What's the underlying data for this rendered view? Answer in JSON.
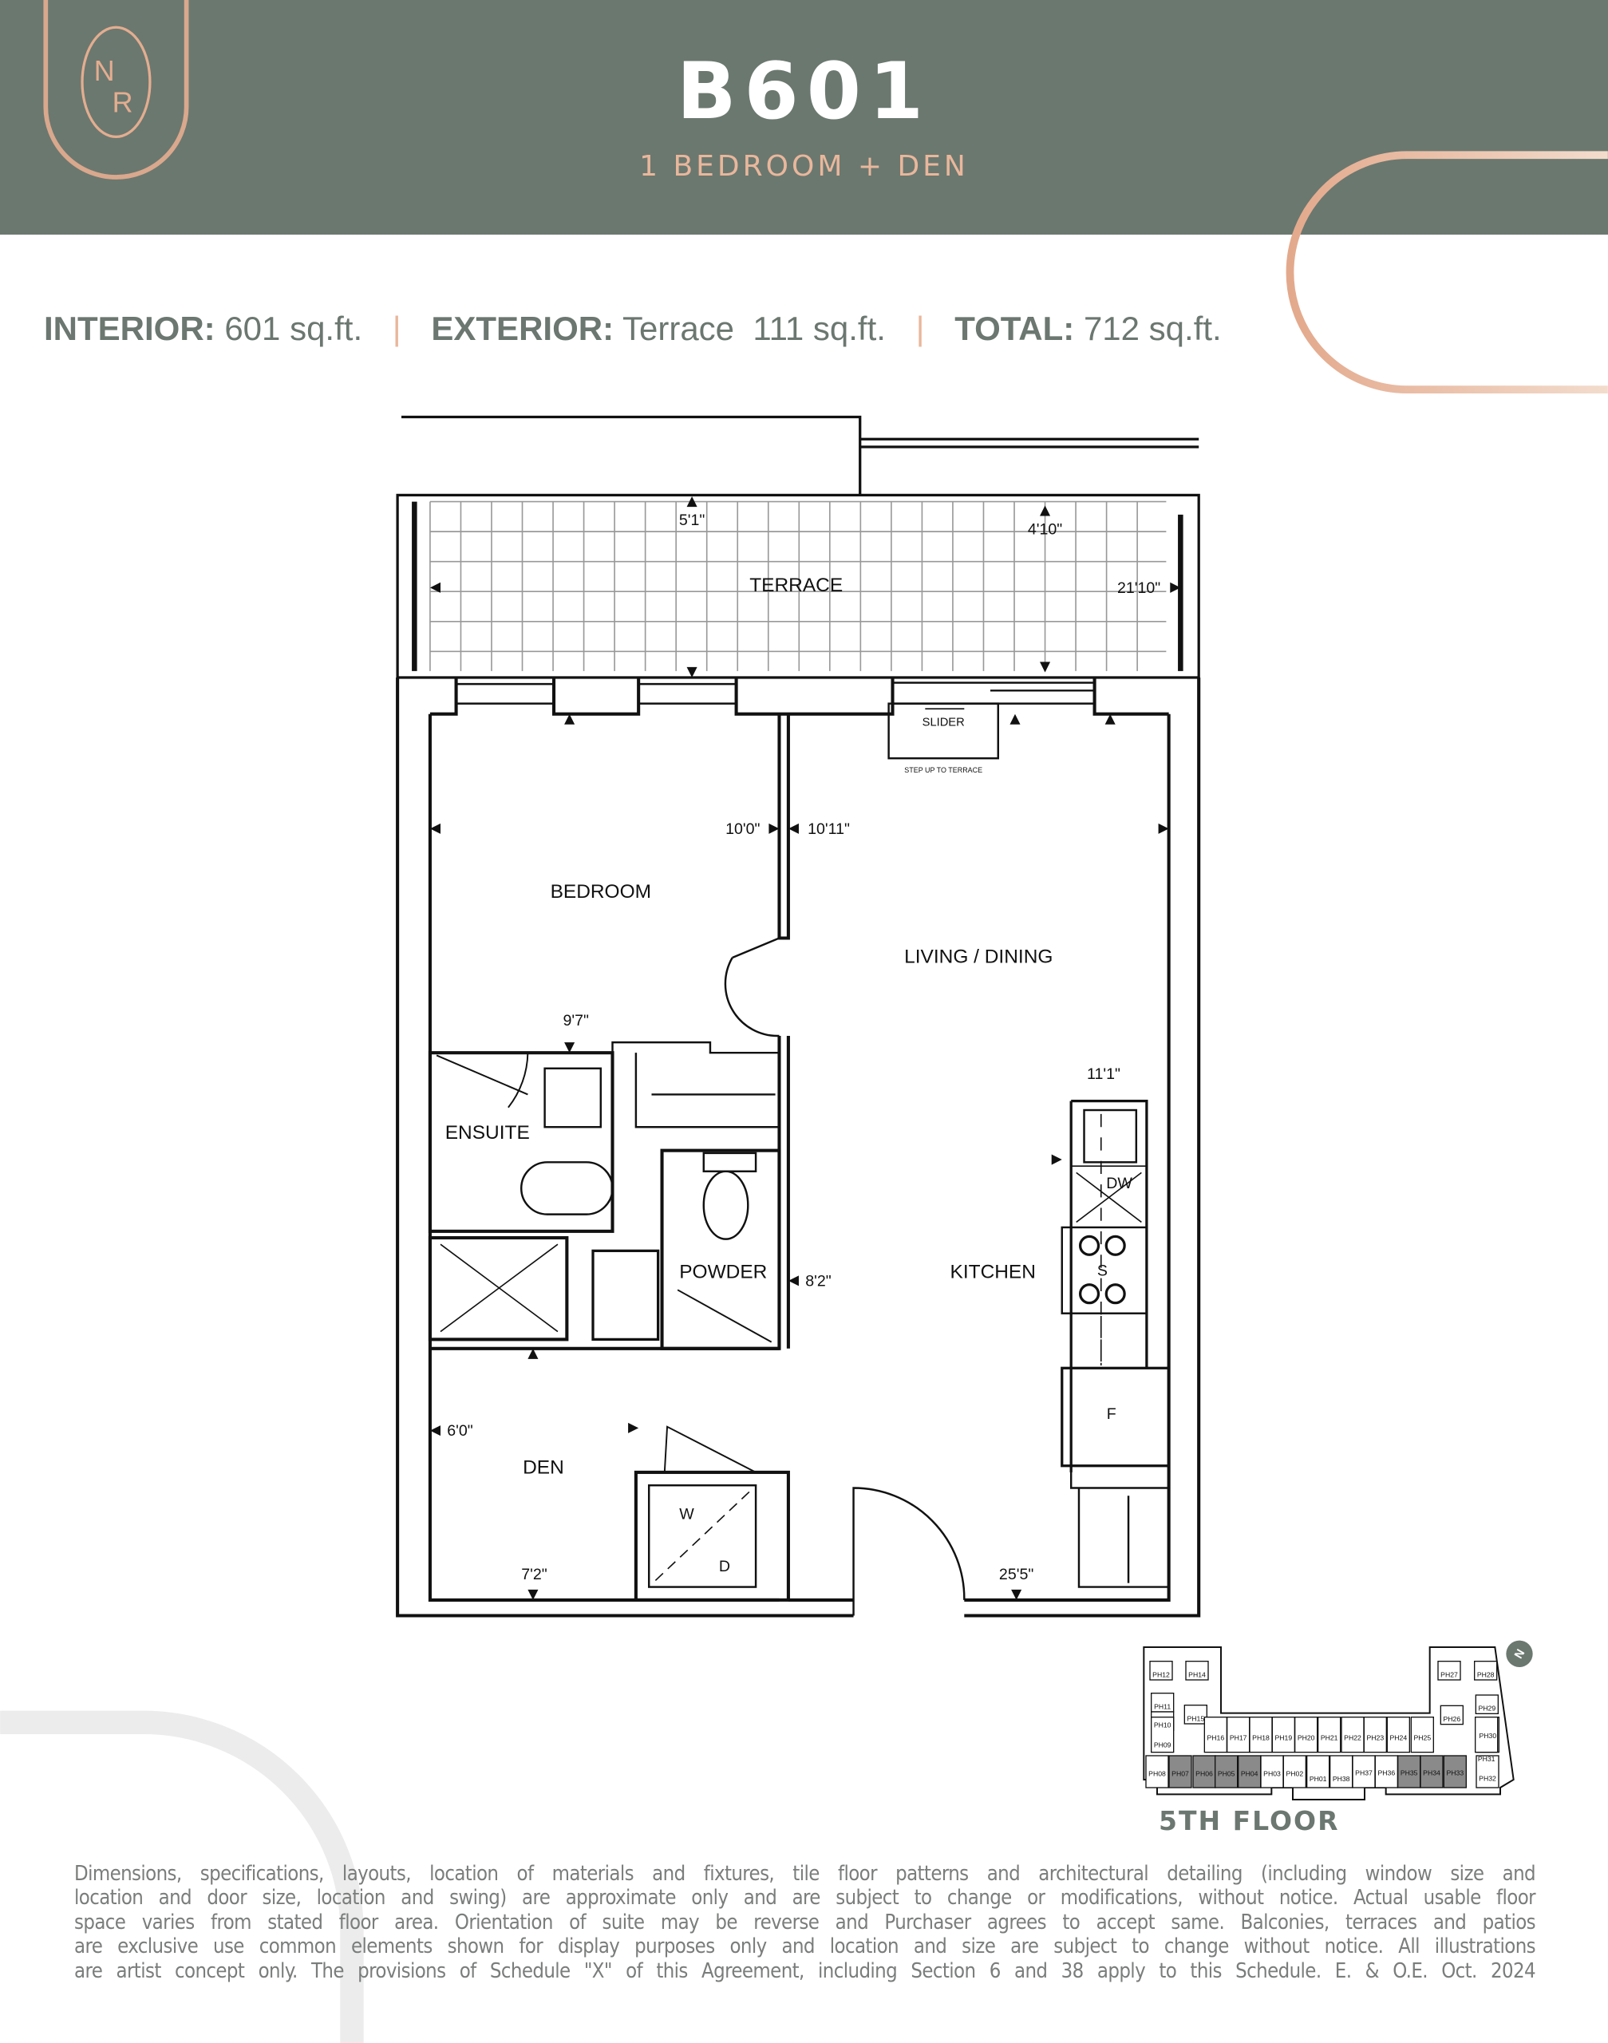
{
  "logo": "NR",
  "header": {
    "unit": "B601",
    "type": "1 BEDROOM + DEN"
  },
  "areas": {
    "interior_label": "INTERIOR:",
    "interior_value": "601 sq.ft.",
    "exterior_label": "EXTERIOR:",
    "exterior_value": "Terrace  111 sq.ft.",
    "total_label": "TOTAL:",
    "total_value": "712 sq.ft.",
    "separator": "|"
  },
  "rooms": {
    "terrace": "TERRACE",
    "bedroom": "BEDROOM",
    "living": "LIVING / DINING",
    "ensuite": "ENSUITE",
    "powder": "POWDER",
    "kitchen": "KITCHEN",
    "den": "DEN"
  },
  "fixtures": {
    "slider": "SLIDER",
    "step": "STEP UP TO TERRACE",
    "dw": "DW",
    "stove": "S",
    "fridge": "F",
    "washer": "W",
    "dryer": "D"
  },
  "dimensions": {
    "terrace_depth_left": "5'1\"",
    "terrace_depth_right": "4'10\"",
    "terrace_width": "21'10\"",
    "bedroom_width": "10'0\"",
    "living_width": "10'11\"",
    "bedroom_depth": "9'7\"",
    "kitchen_depth": "11'1\"",
    "kitchen_width": "8'2\"",
    "den_width": "6'0\"",
    "den_depth": "7'2\"",
    "living_depth": "25'5\""
  },
  "keyplan": {
    "floor_label": "5TH FLOOR",
    "units": [
      {
        "name": "PH12",
        "hl": false
      },
      {
        "name": "PH14",
        "hl": false
      },
      {
        "name": "PH11",
        "hl": false
      },
      {
        "name": "PH10",
        "hl": false
      },
      {
        "name": "PH09",
        "hl": false
      },
      {
        "name": "PH15",
        "hl": false
      },
      {
        "name": "PH16",
        "hl": false
      },
      {
        "name": "PH17",
        "hl": false
      },
      {
        "name": "PH18",
        "hl": false
      },
      {
        "name": "PH19",
        "hl": false
      },
      {
        "name": "PH20",
        "hl": false
      },
      {
        "name": "PH21",
        "hl": false
      },
      {
        "name": "PH22",
        "hl": false
      },
      {
        "name": "PH23",
        "hl": false
      },
      {
        "name": "PH24",
        "hl": false
      },
      {
        "name": "PH25",
        "hl": false
      },
      {
        "name": "PH27",
        "hl": false
      },
      {
        "name": "PH28",
        "hl": false
      },
      {
        "name": "PH29",
        "hl": false
      },
      {
        "name": "PH26",
        "hl": false
      },
      {
        "name": "PH30",
        "hl": false
      },
      {
        "name": "PH31",
        "hl": false
      },
      {
        "name": "PH32",
        "hl": false
      },
      {
        "name": "PH08",
        "hl": false
      },
      {
        "name": "PH07",
        "hl": true
      },
      {
        "name": "PH06",
        "hl": true
      },
      {
        "name": "PH05",
        "hl": true
      },
      {
        "name": "PH04",
        "hl": true
      },
      {
        "name": "PH03",
        "hl": false
      },
      {
        "name": "PH02",
        "hl": false
      },
      {
        "name": "PH01",
        "hl": false
      },
      {
        "name": "PH38",
        "hl": false
      },
      {
        "name": "PH37",
        "hl": false
      },
      {
        "name": "PH36",
        "hl": false
      },
      {
        "name": "PH35",
        "hl": true
      },
      {
        "name": "PH34",
        "hl": true
      },
      {
        "name": "PH33",
        "hl": true
      }
    ],
    "north": "N"
  },
  "disclaimer": [
    "Dimensions, specifications, layouts, location of materials and fixtures, tile floor patterns and architectural detailing (including window size and",
    "location and door size, location and swing) are approximate only and are subject to change or modifications, without notice. Actual usable floor",
    "space varies from stated floor area. Orientation of suite may be reverse and Purchaser agrees to accept same. Balconies, terraces and patios",
    "are exclusive use common elements shown for display purposes only and location and size are subject to change without notice. All illustrations",
    "are artist concept only. The provisions of Schedule \"X\" of this Agreement, including Section 6 and 38 apply to this Schedule. E. & O.E. Oct. 2024"
  ],
  "colors": {
    "header_bg": "#6b786f",
    "accent": "#e9b79c",
    "text": "#6b7770",
    "keyplan_highlight": "#8a8a8a"
  }
}
